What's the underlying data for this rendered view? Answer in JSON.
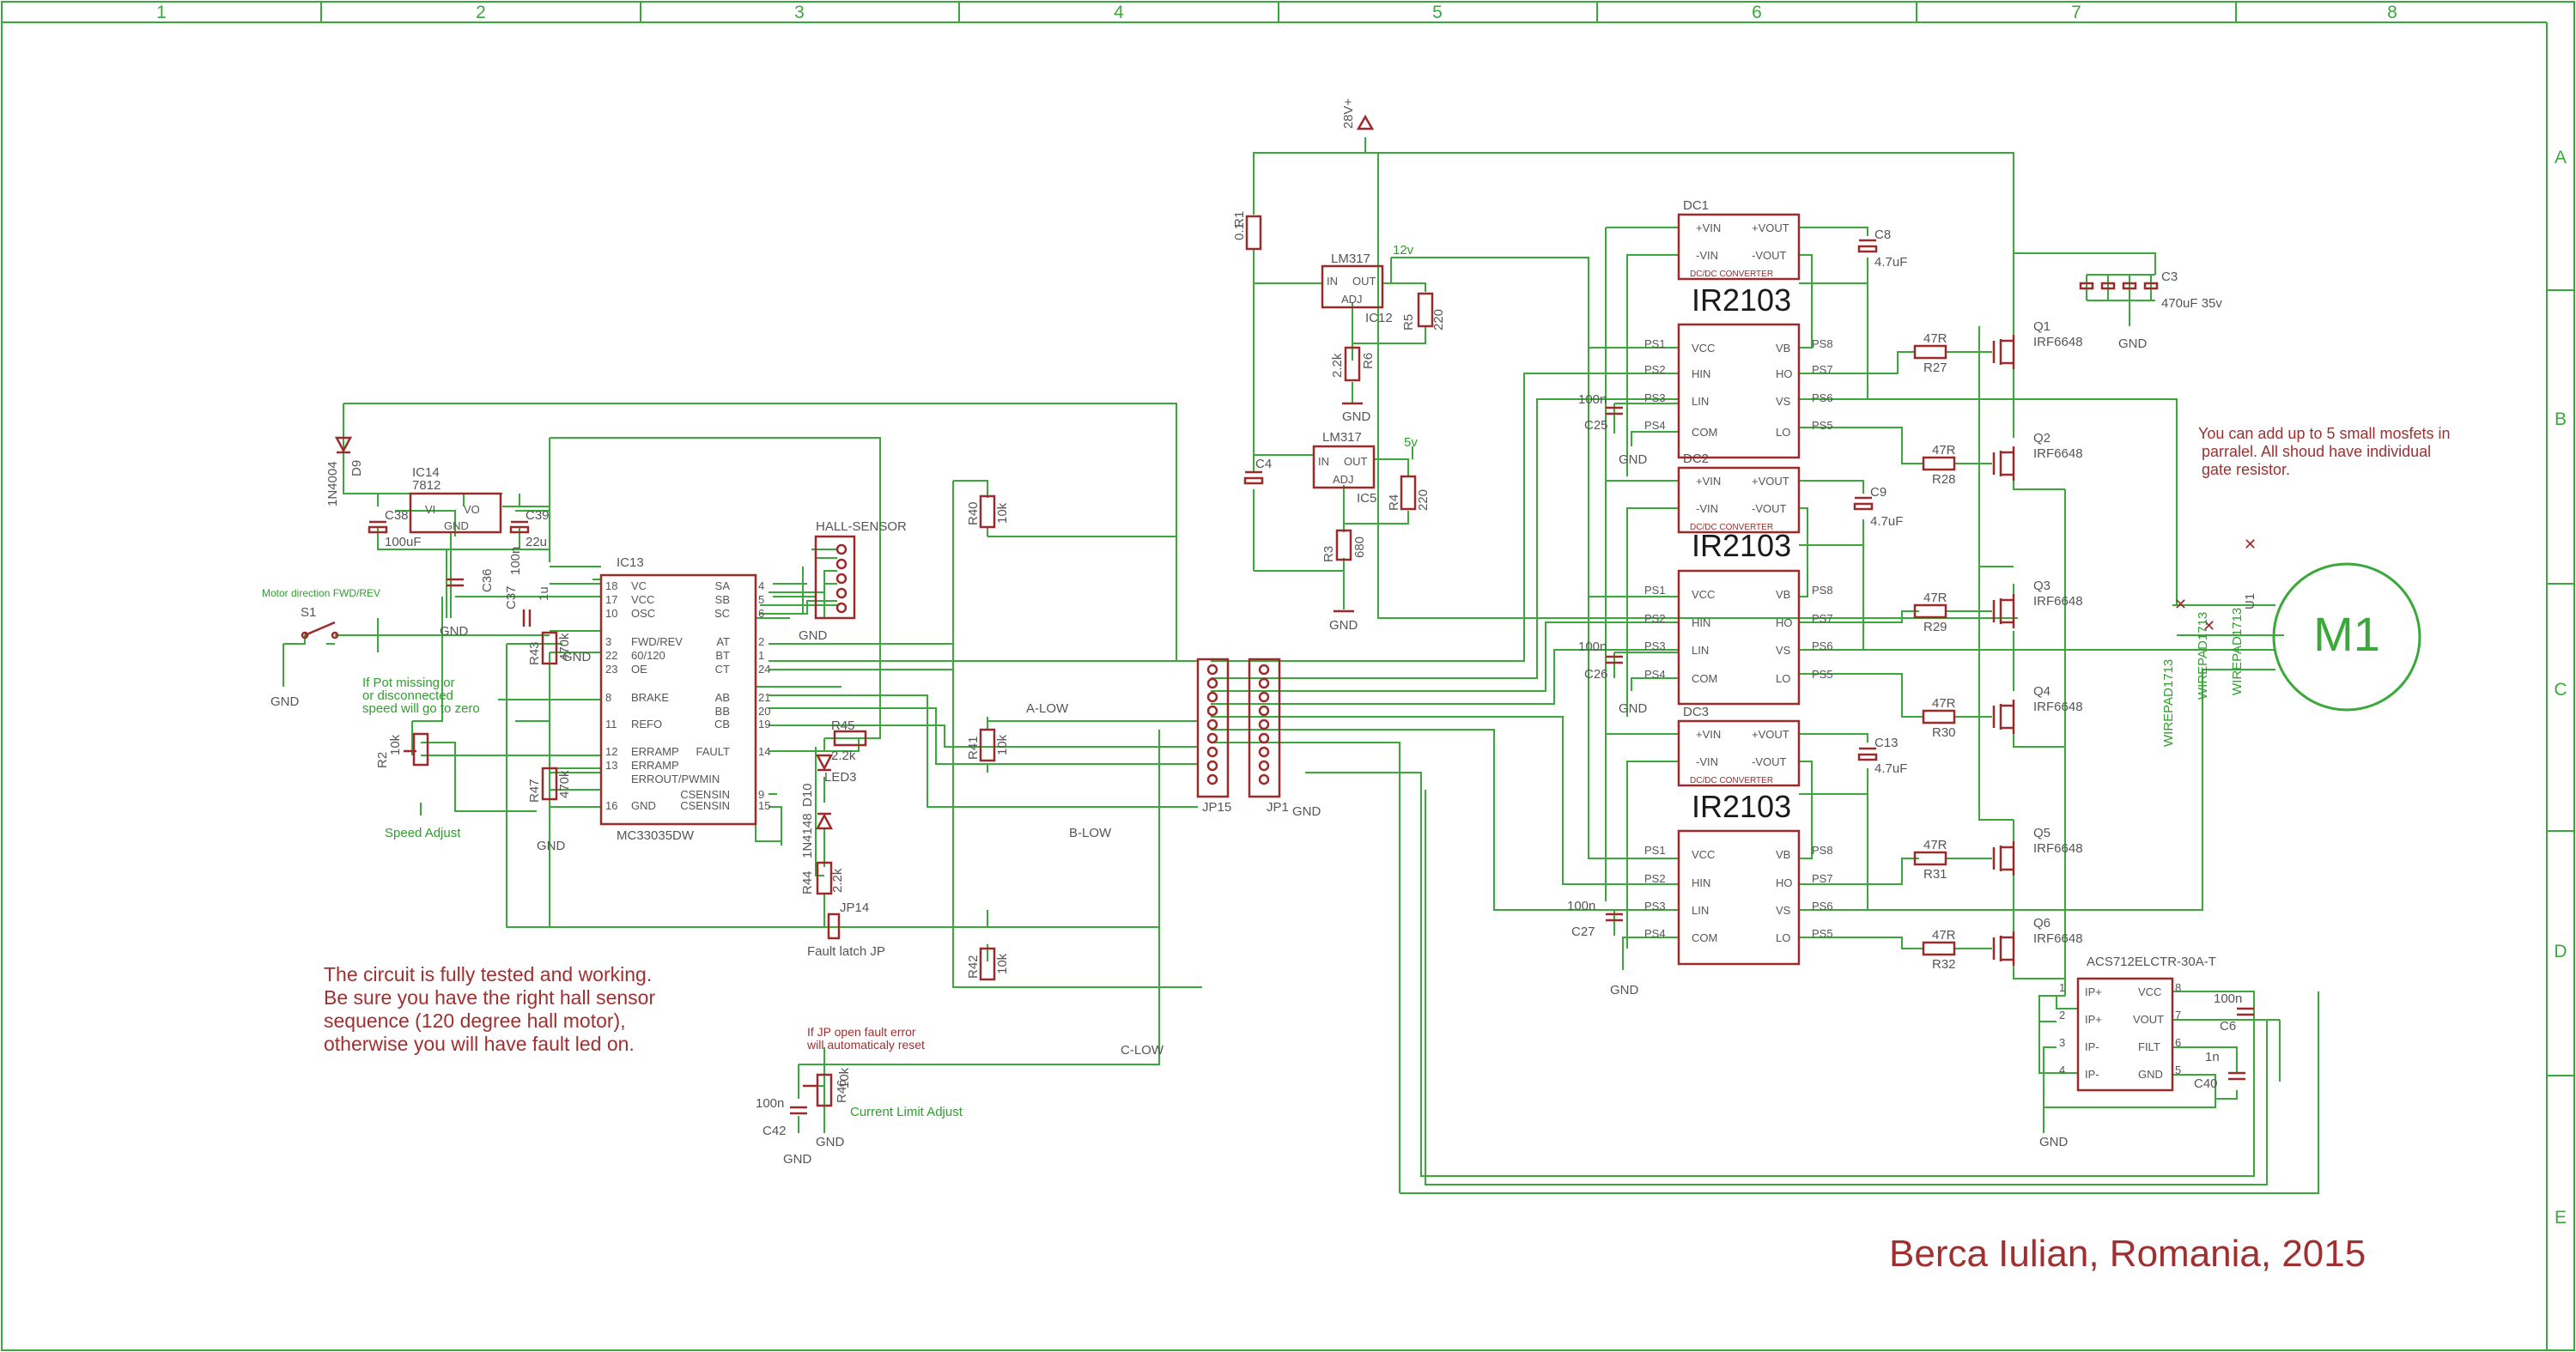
{
  "grid": {
    "columns": [
      "1",
      "2",
      "3",
      "4",
      "5",
      "6",
      "7",
      "8"
    ],
    "rows": [
      "A",
      "B",
      "C",
      "D",
      "E"
    ]
  },
  "colors": {
    "wire": "#3aa83a",
    "part": "#9b2b2b",
    "note": "#a03030"
  },
  "parts": {
    "ic14": {
      "name": "IC14",
      "value": "7812",
      "vi": "VI",
      "vo": "VO",
      "gnd": "GND"
    },
    "ic13": {
      "name": "IC13",
      "value": "MC33035DW",
      "pins_left": [
        "VC",
        "VCC",
        "OSC",
        "FWD/REV",
        "60/120",
        "OE",
        "BRAKE",
        "REFO",
        "ERRAMP",
        "ERRAMP",
        "ERROUT/PWMIN",
        "GND"
      ],
      "nums_left": [
        "18",
        "17",
        "10",
        "3",
        "22",
        "23",
        "8",
        "11",
        "12",
        "13",
        "16"
      ],
      "pins_right": [
        "SA",
        "SB",
        "SC",
        "AT",
        "BT",
        "CT",
        "AB",
        "BB",
        "CB",
        "FAULT",
        "CSENSIN",
        "CSENSIN"
      ],
      "nums_right": [
        "4",
        "5",
        "6",
        "2",
        "1",
        "24",
        "21",
        "20",
        "19",
        "14",
        "9",
        "15"
      ]
    },
    "hall": {
      "name": "HALL-SENSOR"
    },
    "jp15": {
      "name": "JP15"
    },
    "jp1": {
      "name": "JP1"
    },
    "jp14": {
      "name": "JP14"
    },
    "lm317a": {
      "name": "LM317",
      "in": "IN",
      "out": "OUT",
      "adj": "ADJ",
      "ref": "IC12"
    },
    "lm317b": {
      "name": "LM317",
      "in": "IN",
      "out": "OUT",
      "adj": "ADJ",
      "ref": "IC5"
    },
    "dc": [
      {
        "name": "DC1",
        "vin_p": "+VIN",
        "vin_n": "-VIN",
        "vout_p": "+VOUT",
        "vout_n": "-VOUT",
        "type": "DC/DC CONVERTER"
      },
      {
        "name": "DC2",
        "vin_p": "+VIN",
        "vin_n": "-VIN",
        "vout_p": "+VOUT",
        "vout_n": "-VOUT",
        "type": "DC/DC CONVERTER"
      },
      {
        "name": "DC3",
        "vin_p": "+VIN",
        "vin_n": "-VIN",
        "vout_p": "+VOUT",
        "vout_n": "-VOUT",
        "type": "DC/DC CONVERTER"
      }
    ],
    "ir2103": {
      "name": "IR2103",
      "pins_left": [
        "VCC",
        "HIN",
        "LIN",
        "COM"
      ],
      "pins_right": [
        "VB",
        "HO",
        "VS",
        "LO"
      ],
      "pn_left": [
        "PS1",
        "PS2",
        "PS3",
        "PS4"
      ],
      "pn_right": [
        "PS8",
        "PS7",
        "PS6",
        "PS5"
      ]
    },
    "mosfets": [
      {
        "ref": "Q1",
        "value": "IRF6648",
        "gate_r": "R27"
      },
      {
        "ref": "Q2",
        "value": "IRF6648",
        "gate_r": "R28"
      },
      {
        "ref": "Q3",
        "value": "IRF6648",
        "gate_r": "R29"
      },
      {
        "ref": "Q4",
        "value": "IRF6648",
        "gate_r": "R30"
      },
      {
        "ref": "Q5",
        "value": "IRF6648",
        "gate_r": "R31"
      },
      {
        "ref": "Q6",
        "value": "IRF6648",
        "gate_r": "R32"
      }
    ],
    "gate_r_value": "47R",
    "acs": {
      "name": "ACS712ELCTR-30A-T",
      "pins_left": [
        "IP+",
        "IP+",
        "IP-",
        "IP-"
      ],
      "pins_right": [
        "VCC",
        "VOUT",
        "FILT",
        "GND"
      ],
      "nums_left": [
        "1",
        "2",
        "3",
        "4"
      ],
      "nums_right": [
        "8",
        "7",
        "6",
        "5"
      ]
    },
    "motor": {
      "name": "M1",
      "ref": "U1"
    },
    "wirepads": [
      "WIREPAD1713",
      "WIREPAD1713",
      "WIREPAD1713"
    ]
  },
  "labels": {
    "v28": "28V+",
    "v12": "12v",
    "v5": "5v",
    "gnd": "GND",
    "r1": "R1",
    "r1v": "0.1",
    "r5": "R5",
    "r5v": "220",
    "r6": "R6",
    "r6v": "2.2k",
    "r4": "R4",
    "r4v": "220",
    "r3": "R3",
    "r3v": "680",
    "c4": "C4",
    "c3": "C3",
    "c3v": "470uF 35v",
    "c8": "C8",
    "c9": "C9",
    "c13": "C13",
    "cv47": "4.7uF",
    "c25": "C25",
    "c26": "C26",
    "c27": "C27",
    "c100n": "100n",
    "c38": "C38",
    "c38v": "100uF",
    "c39": "C39",
    "c39v": "22u",
    "c36": "C36",
    "c36v": "100n",
    "c37": "C37",
    "c37v": "1u",
    "d9": "D9",
    "d9v": "1N4004",
    "d10": "D10",
    "d10v": "1N4148",
    "led": "LED3",
    "r40": "R40",
    "r41": "R41",
    "r42": "R42",
    "r10k": "10k",
    "r45": "R45",
    "r44": "R44",
    "r22k": "2.2k",
    "r43": "R43",
    "r43v": "470k",
    "r47": "R47",
    "r47v": "470k",
    "r2": "R2",
    "r2v": "10k",
    "r46": "R46",
    "r46v": "10k",
    "c42": "C42",
    "c6": "C6",
    "c40": "C40",
    "c40v": "1n",
    "s1": "S1",
    "alow": "A-LOW",
    "blow": "B-LOW",
    "clow": "C-LOW",
    "motor_dir": "Motor direction FWD/REV",
    "pot_note": [
      "If Pot missing or",
      "or disconnected",
      "speed will go to zero"
    ],
    "speed": "Speed Adjust",
    "fault_latch": "Fault latch JP",
    "jp_note": [
      "If  JP open fault error",
      "will automaticaly reset"
    ],
    "current_limit": "Current Limit Adjust"
  },
  "notes": {
    "tested": [
      "The circuit is fully tested and working.",
      "Be sure you have the right hall sensor",
      "sequence (120 degree hall motor),",
      "otherwise you will have fault led on."
    ],
    "mosfet": [
      "You can add up to 5 small mosfets in",
      "parralel. All shoud have individual",
      "gate resistor."
    ],
    "credit": "Berca Iulian, Romania, 2015"
  }
}
